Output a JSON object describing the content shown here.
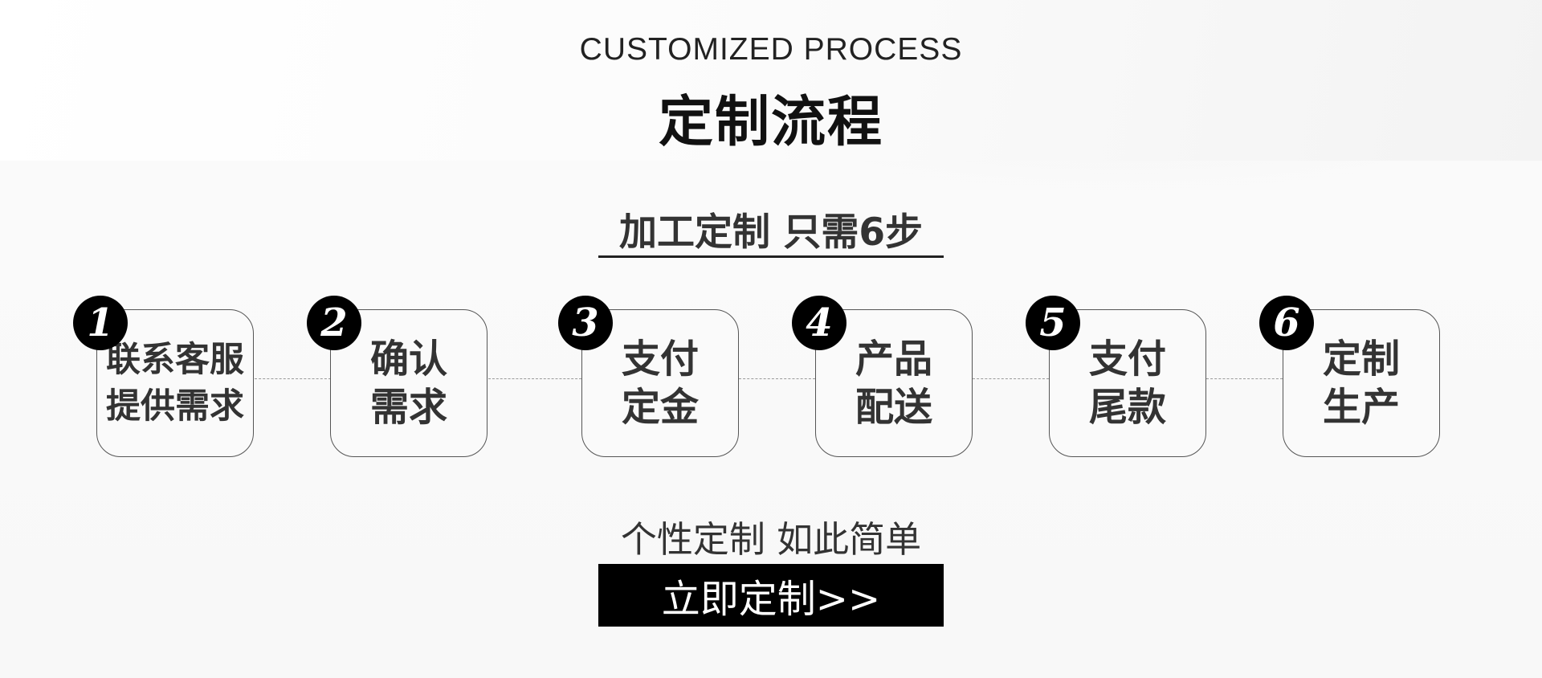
{
  "header": {
    "title_en": "CUSTOMIZED PROCESS",
    "title_cn": "定制流程"
  },
  "subtitle": "加工定制 只需6步",
  "steps": [
    {
      "number": "1",
      "label": "联系客服\n提供需求"
    },
    {
      "number": "2",
      "label": "确认\n需求"
    },
    {
      "number": "3",
      "label": "支付\n定金"
    },
    {
      "number": "4",
      "label": "产品\n配送"
    },
    {
      "number": "5",
      "label": "支付\n尾款"
    },
    {
      "number": "6",
      "label": "定制\n生产"
    }
  ],
  "tagline": "个性定制 如此简单",
  "cta": {
    "label": "立即定制>>"
  },
  "colors": {
    "badge": "#000000",
    "cta_background": "#000000",
    "text": "#333333"
  }
}
